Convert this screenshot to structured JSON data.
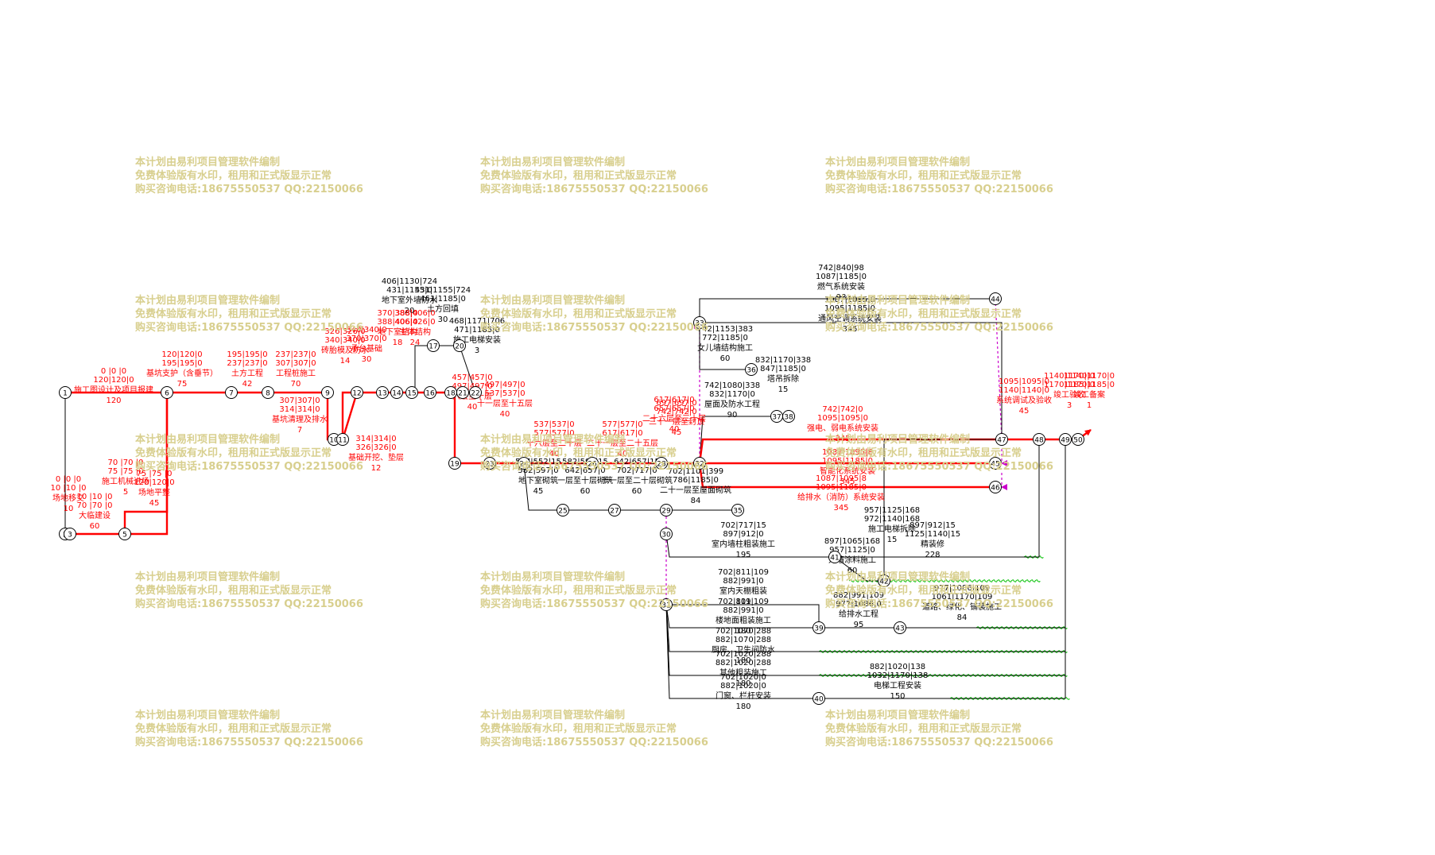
{
  "colors": {
    "critical": "#ff0000",
    "normal": "#000000",
    "free_float": "#00c000",
    "dummy": "#cc00cc",
    "watermark": "#d8cf8e"
  },
  "watermark": {
    "line1": "本计划由易利项目管理软件编制",
    "line2": "免费体验版有水印，租用和正式版显示正常",
    "line3": "购买咨询电话:18675550537 QQ:22150066"
  },
  "nodes": [
    {
      "id": "n1",
      "num": "1"
    },
    {
      "id": "n2",
      "num": "2"
    },
    {
      "id": "n3",
      "num": "3"
    },
    {
      "id": "n5",
      "num": "5"
    },
    {
      "id": "n6",
      "num": "6"
    },
    {
      "id": "n7",
      "num": "7"
    },
    {
      "id": "n8",
      "num": "8"
    },
    {
      "id": "n9",
      "num": "9"
    },
    {
      "id": "n10",
      "num": "10"
    },
    {
      "id": "n11",
      "num": "11"
    },
    {
      "id": "n12",
      "num": "12"
    },
    {
      "id": "n13",
      "num": "13"
    },
    {
      "id": "n14",
      "num": "14"
    },
    {
      "id": "n15",
      "num": "15"
    },
    {
      "id": "n16",
      "num": "16"
    },
    {
      "id": "n17",
      "num": "17"
    },
    {
      "id": "n18",
      "num": "18"
    },
    {
      "id": "n19",
      "num": "19"
    },
    {
      "id": "n20",
      "num": "20"
    },
    {
      "id": "n21",
      "num": "21"
    },
    {
      "id": "n22",
      "num": "22"
    },
    {
      "id": "n23",
      "num": "23"
    },
    {
      "id": "n24",
      "num": "24"
    },
    {
      "id": "n25",
      "num": "25"
    },
    {
      "id": "n26",
      "num": "26"
    },
    {
      "id": "n27",
      "num": "27"
    },
    {
      "id": "n28",
      "num": "28"
    },
    {
      "id": "n29",
      "num": "29"
    },
    {
      "id": "n30",
      "num": "30"
    },
    {
      "id": "n31",
      "num": "31"
    },
    {
      "id": "n32",
      "num": "32"
    },
    {
      "id": "n33",
      "num": "33"
    },
    {
      "id": "n35",
      "num": "35"
    },
    {
      "id": "n36",
      "num": "36"
    },
    {
      "id": "n37",
      "num": "37"
    },
    {
      "id": "n38",
      "num": "38"
    },
    {
      "id": "n39",
      "num": "39"
    },
    {
      "id": "n40",
      "num": "40"
    },
    {
      "id": "n41",
      "num": "41"
    },
    {
      "id": "n42",
      "num": "42"
    },
    {
      "id": "n43",
      "num": "43"
    },
    {
      "id": "n44",
      "num": "44"
    },
    {
      "id": "n45",
      "num": "45"
    },
    {
      "id": "n46",
      "num": "46"
    },
    {
      "id": "n47",
      "num": "47"
    },
    {
      "id": "n48",
      "num": "48"
    },
    {
      "id": "n49",
      "num": "49"
    },
    {
      "id": "n50",
      "num": "50"
    }
  ],
  "activities": [
    {
      "id": "a1",
      "name": "施工图设计及项目报建",
      "dur": "120",
      "t1": "0  |0  |0",
      "t2": "120|120|0",
      "critical": true
    },
    {
      "id": "a2",
      "name": "基坑支护（含垂节）",
      "dur": "75",
      "t1": "120|120|0",
      "t2": "195|195|0",
      "critical": true
    },
    {
      "id": "a3",
      "name": "土方工程",
      "dur": "42",
      "t1": "195|195|0",
      "t2": "237|237|0",
      "critical": true
    },
    {
      "id": "a4",
      "name": "工程桩施工",
      "dur": "70",
      "t1": "237|237|0",
      "t2": "307|307|0",
      "critical": true
    },
    {
      "id": "a5",
      "name": "场地移交",
      "dur": "10",
      "t1": "0  |0  |0",
      "t2": "10 |10 |0",
      "critical": true
    },
    {
      "id": "a6",
      "name": "大临建设",
      "dur": "60",
      "t1": "10 |10 |0",
      "t2": "70 |70 |0",
      "critical": true
    },
    {
      "id": "a7",
      "name": "施工机械进场",
      "dur": "5",
      "t1": "70 |70 |0",
      "t2": "75 |75 |0",
      "critical": true
    },
    {
      "id": "a8",
      "name": "场地平整",
      "dur": "45",
      "t1": "75 |75 |0",
      "t2": "120|120|0",
      "critical": true
    },
    {
      "id": "a9",
      "name": "基坑清理及排水",
      "dur": "7",
      "t1": "307|307|0",
      "t2": "314|314|0",
      "critical": true
    },
    {
      "id": "a10",
      "name": "基础开挖、垫层",
      "dur": "12",
      "t1": "314|314|0",
      "t2": "326|326|0",
      "critical": true
    },
    {
      "id": "a11",
      "name": "砖胎模及防水",
      "dur": "14",
      "t1": "326|326|0",
      "t2": "340|340|0",
      "critical": true
    },
    {
      "id": "a12",
      "name": "承台基础",
      "dur": "30",
      "t1": "340|340|0",
      "t2": "370|370|0",
      "critical": true
    },
    {
      "id": "a13",
      "name": "地下室结构",
      "dur": "18",
      "t1": "370|388|0",
      "t2": "388|406|0",
      "critical": true
    },
    {
      "id": "a14",
      "name": "地下室外墙防水",
      "dur": "20",
      "t1": "406|1130|724",
      "t2": "431|1155|0",
      "critical": false
    },
    {
      "id": "a15",
      "name": "土方回填",
      "dur": "30",
      "t1": "431|1155|724",
      "t2": "461|1185|0",
      "critical": false
    },
    {
      "id": "a16",
      "name": "主体结构",
      "dur": "24",
      "t1": "388|406|0",
      "t2": "406|426|0",
      "critical": true
    },
    {
      "id": "a17",
      "name": "施工电梯安装",
      "dur": "3",
      "t1": "468|1171|706",
      "t2": "471|1185|0",
      "critical": false
    },
    {
      "id": "a18",
      "name": "六层至十层",
      "dur": "40",
      "t1": "457|457|0",
      "t2": "497|497|0",
      "critical": true
    },
    {
      "id": "a19",
      "name": "十一层至十五层",
      "dur": "40",
      "t1": "497|497|0",
      "t2": "537|537|0",
      "critical": true
    },
    {
      "id": "a20",
      "name": "十六层至二十层",
      "dur": "40",
      "t1": "537|537|0",
      "t2": "577|577|0",
      "critical": true
    },
    {
      "id": "a21",
      "name": "二十一层至二十五层",
      "dur": "40",
      "t1": "577|577|0",
      "t2": "617|617|0",
      "critical": true
    },
    {
      "id": "a22",
      "name": "二十六层至三十层",
      "dur": "40",
      "t1": "617|617|0",
      "t2": "657|657|0",
      "critical": true
    },
    {
      "id": "a23",
      "name": "三十一层至封顶",
      "dur": "45",
      "t1": "697|697|0",
      "t2": "742|742|0",
      "critical": true
    },
    {
      "id": "a24",
      "name": "地下室砌筑",
      "dur": "45",
      "t1": "537|552|15",
      "t2": "582|597|0",
      "critical": false
    },
    {
      "id": "a25",
      "name": "一层至十层砌筑",
      "dur": "60",
      "t1": "582|597|15",
      "t2": "642|657|0",
      "critical": false
    },
    {
      "id": "a26",
      "name": "十一层至二十层砌筑",
      "dur": "60",
      "t1": "642|657|15",
      "t2": "702|717|0",
      "critical": false
    },
    {
      "id": "a27",
      "name": "二十一层至屋面砌筑",
      "dur": "84",
      "t1": "702|1101|399",
      "t2": "786|1185|0",
      "critical": false
    },
    {
      "id": "a28",
      "name": "女儿墙结构施工",
      "dur": "60",
      "t1": "742|1153|383",
      "t2": "772|1185|0",
      "critical": false
    },
    {
      "id": "a29",
      "name": "塔吊拆除",
      "dur": "15",
      "t1": "832|1170|338",
      "t2": "847|1185|0",
      "critical": false
    },
    {
      "id": "a30",
      "name": "屋面及防水工程",
      "dur": "90",
      "t1": "742|1080|338",
      "t2": "832|1170|0",
      "critical": false
    },
    {
      "id": "a31",
      "name": "燃气系统安装",
      "dur": "98",
      "t1": "742|840|98",
      "t2": "1087|1185|0",
      "critical": false
    },
    {
      "id": "a32",
      "name": "通风空调系统安装",
      "dur": "345",
      "t1": "1087|1095|8",
      "t2": "1095|1185|0",
      "critical": false
    },
    {
      "id": "a33",
      "name": "强电、弱电系统安装",
      "dur": "345",
      "t1": "742|742|0",
      "t2": "1095|1095|0",
      "critical": true
    },
    {
      "id": "a34",
      "name": "智能化系统安装",
      "dur": "345",
      "t1": "1087|1095|8",
      "t2": "1095|1185|0",
      "critical": true
    },
    {
      "id": "a35",
      "name": "给排水（消防）系统安装",
      "dur": "345",
      "t1": "1087|1095|8",
      "t2": "1095|1185|0",
      "critical": true
    },
    {
      "id": "a36",
      "name": "室内墙柱粗装施工",
      "dur": "195",
      "t1": "702|717|15",
      "t2": "897|912|0",
      "critical": false
    },
    {
      "id": "a37",
      "name": "外墙涂料施工",
      "dur": "60",
      "t1": "897|1065|168",
      "t2": "957|1125|0",
      "critical": false
    },
    {
      "id": "a38",
      "name": "施工电梯拆除",
      "dur": "15",
      "t1": "957|1125|168",
      "t2": "972|1140|168",
      "critical": false
    },
    {
      "id": "a39",
      "name": "精装修",
      "dur": "228",
      "t1": "897|912|15",
      "t2": "1125|1140|15",
      "critical": false
    },
    {
      "id": "a40",
      "name": "室内天棚粗装",
      "dur": "109",
      "t1": "702|811|109",
      "t2": "882|991|0",
      "critical": false
    },
    {
      "id": "a41",
      "name": "楼地面粗装施工",
      "dur": "180",
      "t1": "702|811|109",
      "t2": "882|991|0",
      "critical": false
    },
    {
      "id": "a42",
      "name": "厨房、卫生间防水",
      "dur": "180",
      "t1": "702|1070|288",
      "t2": "882|1070|288",
      "critical": false
    },
    {
      "id": "a43",
      "name": "其他粗装施工",
      "dur": "180",
      "t1": "702|1020|288",
      "t2": "882|1020|288",
      "critical": false
    },
    {
      "id": "a44",
      "name": "门窗、栏杆安装",
      "dur": "180",
      "t1": "702|1020|0",
      "t2": "882|1020|0",
      "critical": false
    },
    {
      "id": "a45",
      "name": "给排水工程",
      "dur": "95",
      "t1": "882|991|109",
      "t2": "977|1086|0",
      "critical": false
    },
    {
      "id": "a46",
      "name": "道路、绿化、铺装施工",
      "dur": "84",
      "t1": "977|1086|109",
      "t2": "1061|1170|109",
      "critical": false
    },
    {
      "id": "a47",
      "name": "电梯工程安装",
      "dur": "150",
      "t1": "882|1020|138",
      "t2": "1032|1170|138",
      "critical": false
    },
    {
      "id": "a48",
      "name": "系统调试及验收",
      "dur": "45",
      "t1": "1095|1095|0",
      "t2": "1140|1140|0",
      "critical": true
    },
    {
      "id": "a49",
      "name": "竣工验收",
      "dur": "3",
      "t1": "1140|1140|0",
      "t2": "1170|1170|0",
      "critical": true
    },
    {
      "id": "a50",
      "name": "竣工备案",
      "dur": "1",
      "t1": "1170|1170|0",
      "t2": "1185|1185|0",
      "critical": true
    }
  ]
}
